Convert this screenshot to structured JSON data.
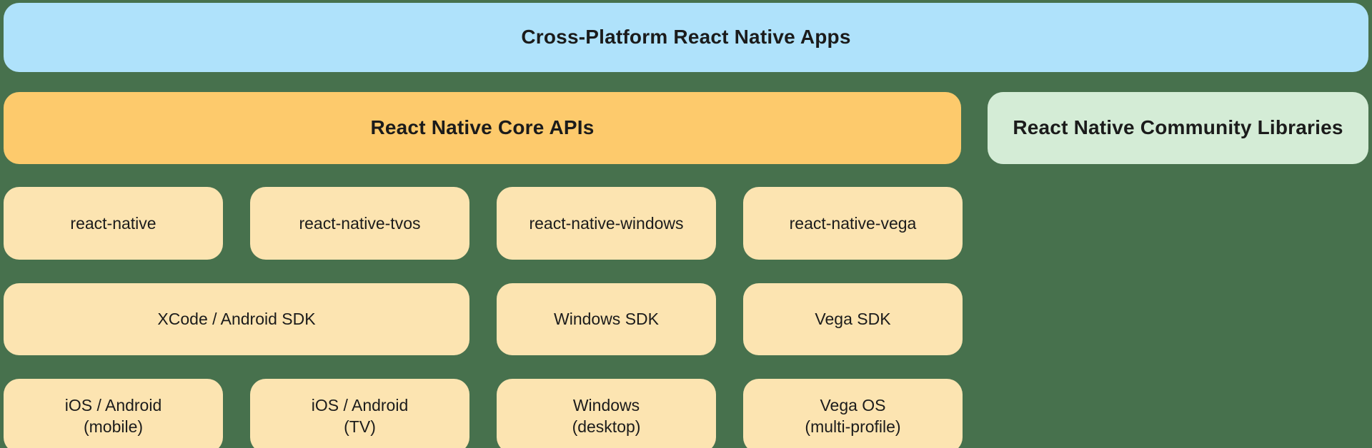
{
  "colors": {
    "background": "#47714D",
    "blue": "#AFE2FB",
    "orange": "#FDCA6C",
    "peach": "#FCE4B1",
    "green_light": "#D4ECD6",
    "text": "#1B1B1B"
  },
  "diagram": {
    "title": "Cross-Platform React Native Apps",
    "core_apis": "React Native Core APIs",
    "community_libraries": "React Native Community Libraries",
    "frameworks": [
      "react-native",
      "react-native-tvos",
      "react-native-windows",
      "react-native-vega"
    ],
    "sdks": [
      "XCode / Android SDK",
      "Windows SDK",
      "Vega SDK"
    ],
    "platforms": [
      "iOS / Android\n(mobile)",
      "iOS / Android\n(TV)",
      "Windows\n(desktop)",
      "Vega OS\n(multi-profile)"
    ]
  }
}
